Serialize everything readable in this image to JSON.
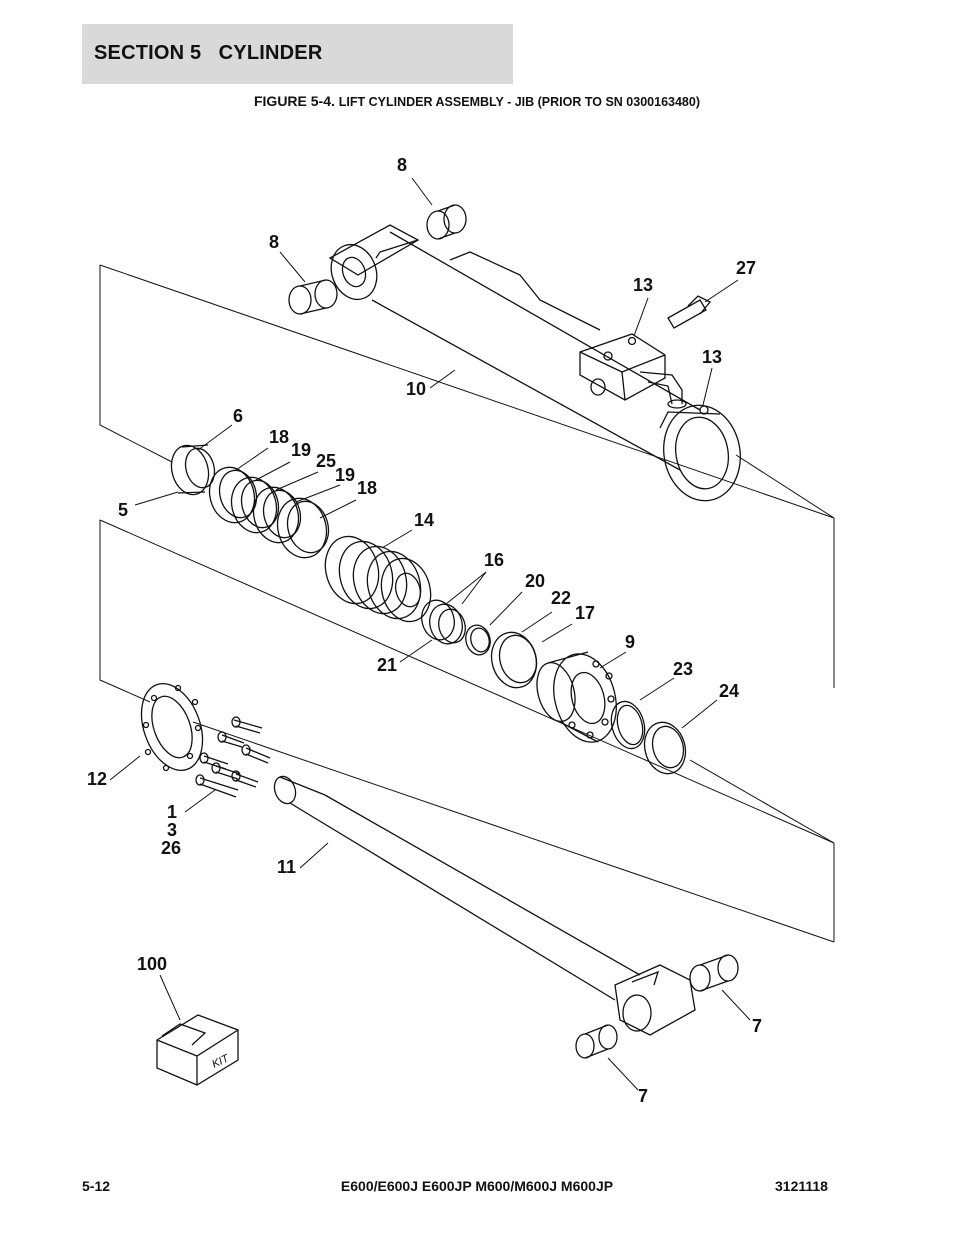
{
  "section": {
    "title": "SECTION 5   CYLINDER"
  },
  "figure": {
    "number": "FIGURE 5-4.",
    "title": "LIFT CYLINDER ASSEMBLY - JIB (PRIOR TO SN 0300163480)"
  },
  "callouts": [
    {
      "id": "c8a",
      "label": "8"
    },
    {
      "id": "c8b",
      "label": "8"
    },
    {
      "id": "c27",
      "label": "27"
    },
    {
      "id": "c13a",
      "label": "13"
    },
    {
      "id": "c13b",
      "label": "13"
    },
    {
      "id": "c10",
      "label": "10"
    },
    {
      "id": "c6",
      "label": "6"
    },
    {
      "id": "c18a",
      "label": "18"
    },
    {
      "id": "c19a",
      "label": "19"
    },
    {
      "id": "c25",
      "label": "25"
    },
    {
      "id": "c19b",
      "label": "19"
    },
    {
      "id": "c18b",
      "label": "18"
    },
    {
      "id": "c5",
      "label": "5"
    },
    {
      "id": "c14",
      "label": "14"
    },
    {
      "id": "c16",
      "label": "16"
    },
    {
      "id": "c20",
      "label": "20"
    },
    {
      "id": "c22",
      "label": "22"
    },
    {
      "id": "c17",
      "label": "17"
    },
    {
      "id": "c21",
      "label": "21"
    },
    {
      "id": "c9",
      "label": "9"
    },
    {
      "id": "c23",
      "label": "23"
    },
    {
      "id": "c24",
      "label": "24"
    },
    {
      "id": "c12",
      "label": "12"
    },
    {
      "id": "c1",
      "label": "1"
    },
    {
      "id": "c3",
      "label": "3"
    },
    {
      "id": "c26",
      "label": "26"
    },
    {
      "id": "c11",
      "label": "11"
    },
    {
      "id": "c100",
      "label": "100"
    },
    {
      "id": "c7a",
      "label": "7"
    },
    {
      "id": "c7b",
      "label": "7"
    }
  ],
  "kit_label": "KIT",
  "footer": {
    "page": "5-12",
    "models": "E600/E600J E600JP M600/M600J M600JP",
    "doc_number": "3121118"
  }
}
